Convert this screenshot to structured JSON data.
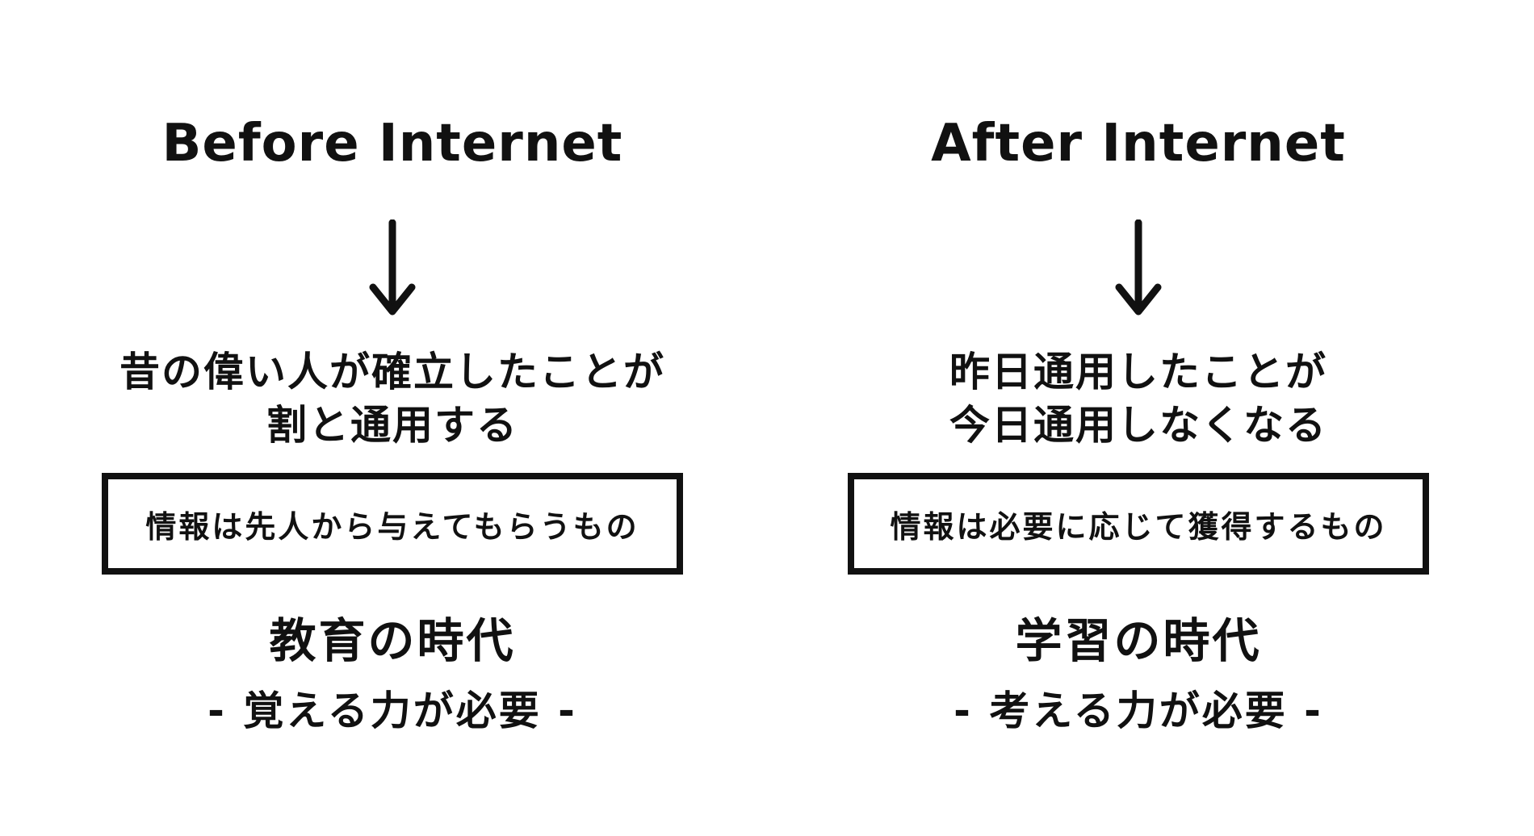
{
  "before": {
    "title": "Before Internet",
    "statement_lines": [
      "昔の偉い人が確立したことが",
      "割と通用する"
    ],
    "info": "情報は先人から与えてもらうもの",
    "age": "教育の時代",
    "requirement": "- 覚える力が必要 -"
  },
  "after": {
    "title": "After Internet",
    "statement_lines": [
      "昨日通用したことが",
      "今日通用しなくなる"
    ],
    "info": "情報は必要に応じて獲得するもの",
    "age": "学習の時代",
    "requirement": "- 考える力が必要 -"
  },
  "icons": {
    "arrow": "arrow-down-icon"
  },
  "colors": {
    "ink": "#111111",
    "background": "#ffffff"
  }
}
